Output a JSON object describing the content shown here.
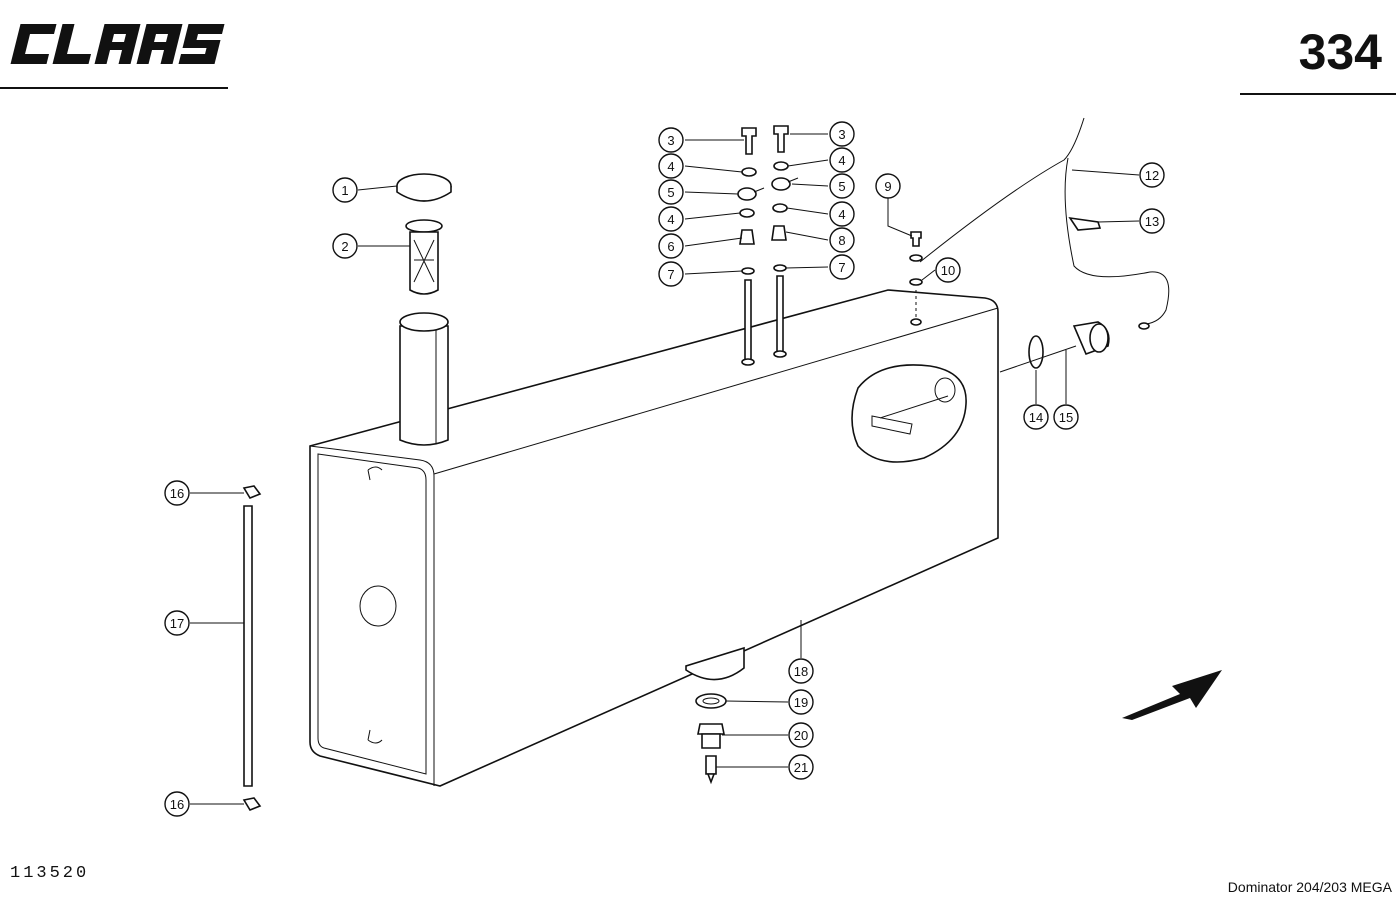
{
  "header": {
    "brand": "CLAAS",
    "page_number": "334"
  },
  "footer": {
    "drawing_number": "113520",
    "model": "Dominator 204/203 MEGA"
  },
  "callouts": [
    {
      "id": "c1",
      "label": "1"
    },
    {
      "id": "c2",
      "label": "2"
    },
    {
      "id": "c3a",
      "label": "3"
    },
    {
      "id": "c3b",
      "label": "3"
    },
    {
      "id": "c4a",
      "label": "4"
    },
    {
      "id": "c4b",
      "label": "4"
    },
    {
      "id": "c4c",
      "label": "4"
    },
    {
      "id": "c4d",
      "label": "4"
    },
    {
      "id": "c5a",
      "label": "5"
    },
    {
      "id": "c5b",
      "label": "5"
    },
    {
      "id": "c6",
      "label": "6"
    },
    {
      "id": "c7a",
      "label": "7"
    },
    {
      "id": "c7b",
      "label": "7"
    },
    {
      "id": "c8",
      "label": "8"
    },
    {
      "id": "c9",
      "label": "9"
    },
    {
      "id": "c10",
      "label": "10"
    },
    {
      "id": "c12",
      "label": "12"
    },
    {
      "id": "c13",
      "label": "13"
    },
    {
      "id": "c14",
      "label": "14"
    },
    {
      "id": "c15",
      "label": "15"
    },
    {
      "id": "c16a",
      "label": "16"
    },
    {
      "id": "c16b",
      "label": "16"
    },
    {
      "id": "c17",
      "label": "17"
    },
    {
      "id": "c18",
      "label": "18"
    },
    {
      "id": "c19",
      "label": "19"
    },
    {
      "id": "c20",
      "label": "20"
    },
    {
      "id": "c21",
      "label": "21"
    }
  ]
}
